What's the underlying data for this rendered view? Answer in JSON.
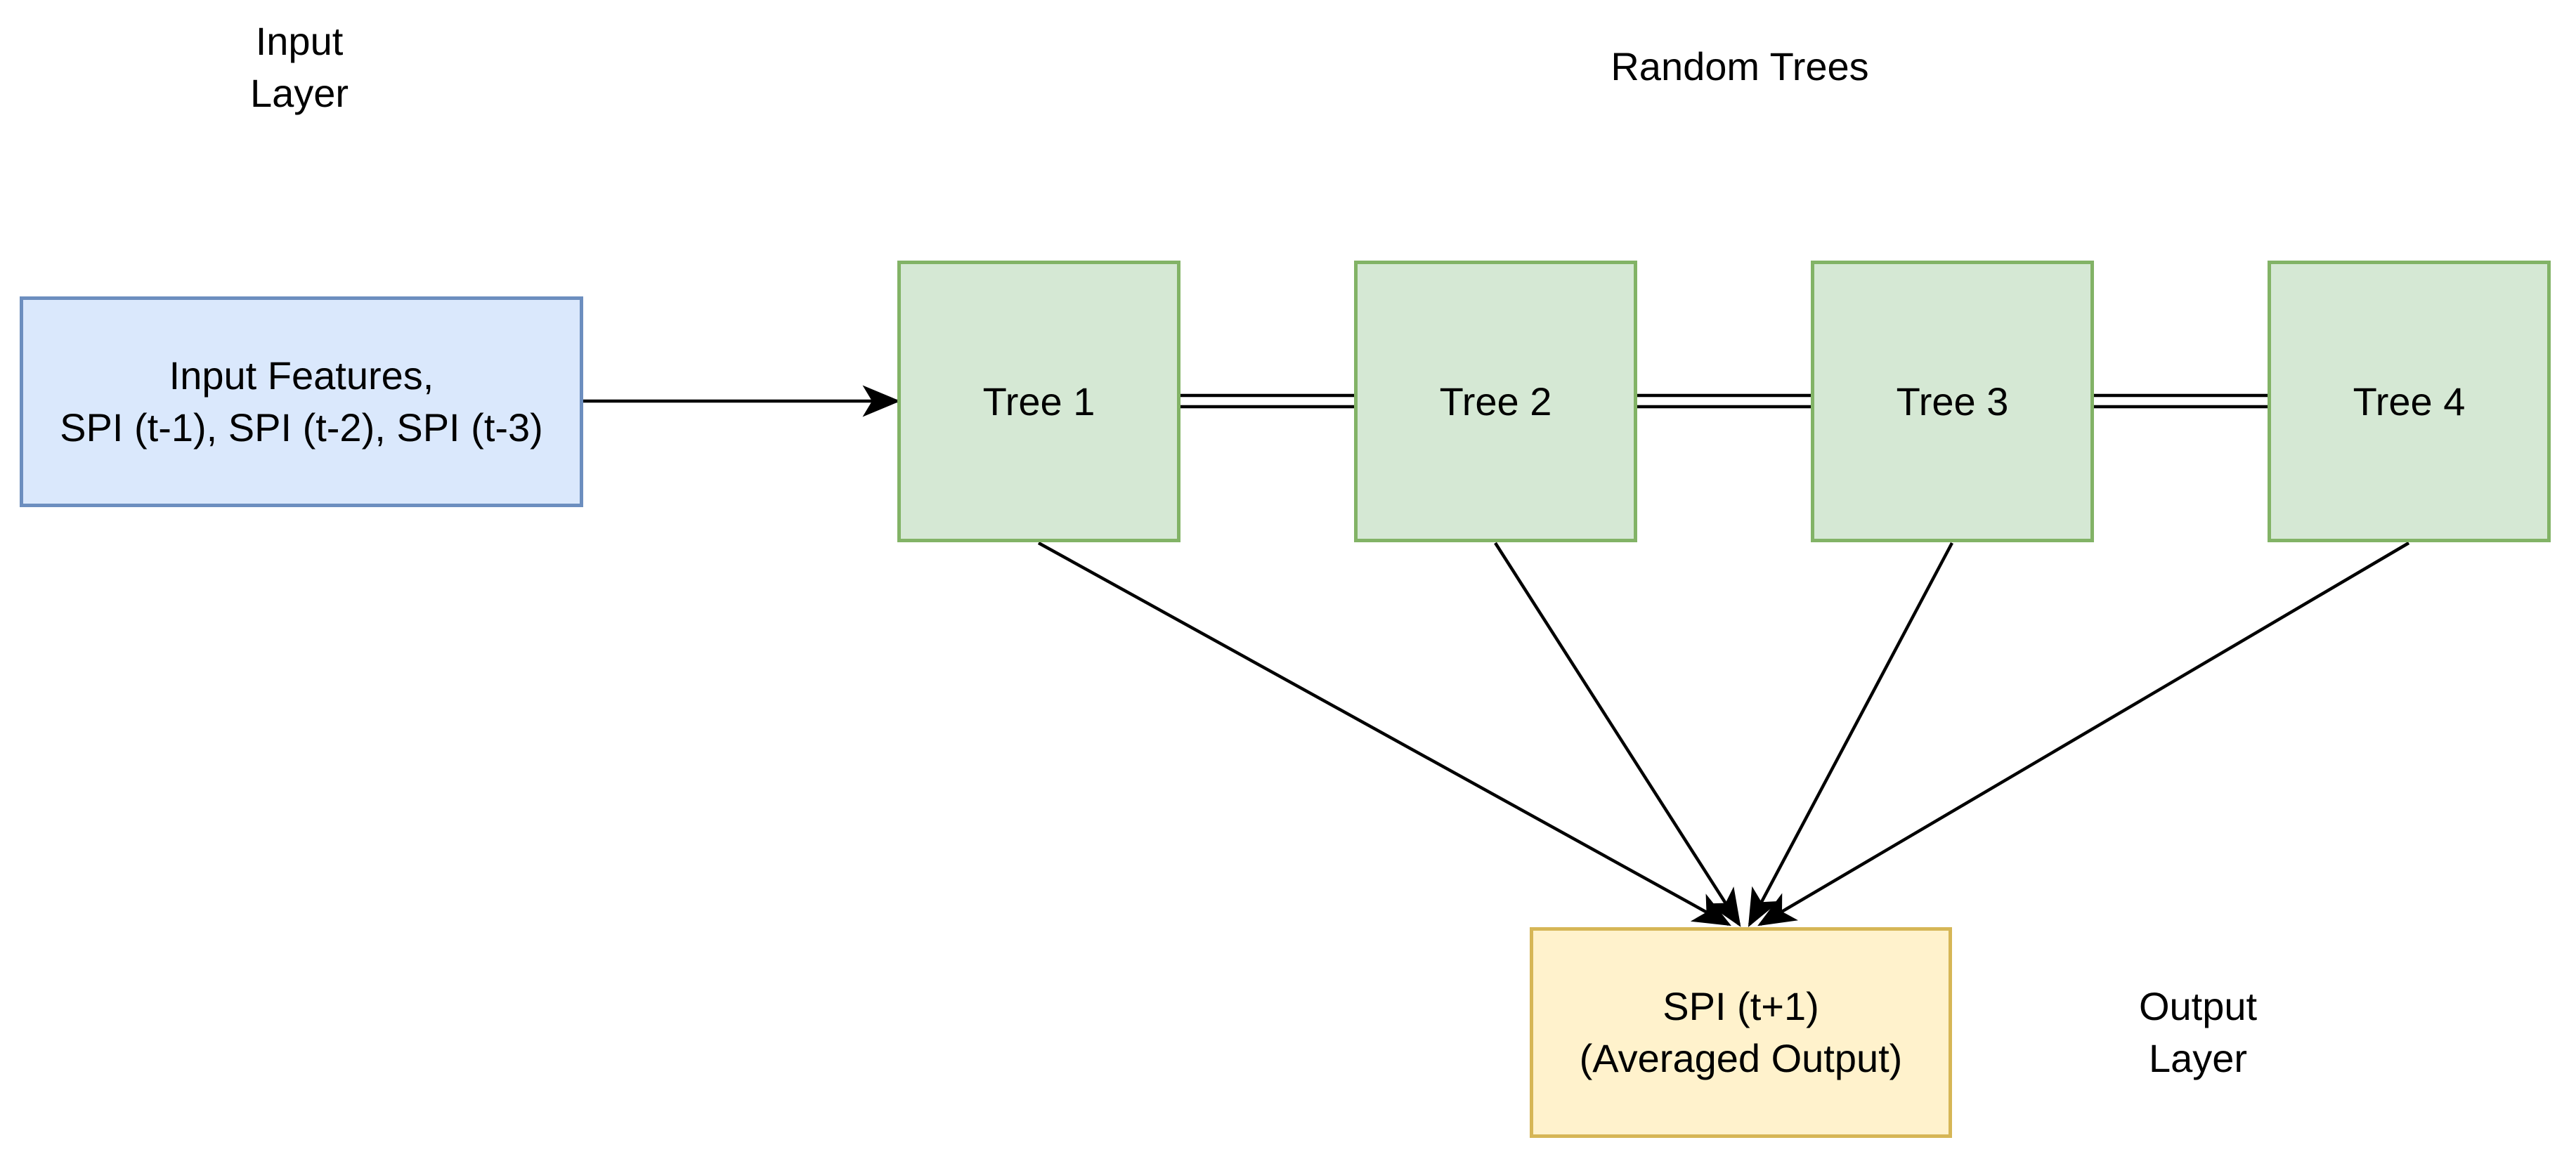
{
  "layers": {
    "input_line1": "Input",
    "input_line2": "Layer",
    "trees_title": "Random Trees",
    "output_line1": "Output",
    "output_line2": "Layer"
  },
  "input_node": {
    "line1": "Input Features,",
    "line2": "SPI (t-1), SPI (t-2), SPI (t-3)",
    "fill": "#dae8fc",
    "stroke": "#6c8ebf"
  },
  "trees": [
    {
      "label": "Tree 1"
    },
    {
      "label": "Tree 2"
    },
    {
      "label": "Tree 3"
    },
    {
      "label": "Tree 4"
    }
  ],
  "tree_colors": {
    "fill": "#d5e8d4",
    "stroke": "#82b366"
  },
  "output_node": {
    "line1": "SPI (t+1)",
    "line2": "(Averaged Output)",
    "fill": "#fff2cc",
    "stroke": "#d6b656"
  },
  "edges": [
    {
      "from": "input",
      "to": "tree-1",
      "style": "arrow"
    },
    {
      "from": "tree-1",
      "to": "tree-2",
      "style": "double-line"
    },
    {
      "from": "tree-2",
      "to": "tree-3",
      "style": "double-line"
    },
    {
      "from": "tree-3",
      "to": "tree-4",
      "style": "double-line"
    },
    {
      "from": "tree-1",
      "to": "output",
      "style": "arrow"
    },
    {
      "from": "tree-2",
      "to": "output",
      "style": "arrow"
    },
    {
      "from": "tree-3",
      "to": "output",
      "style": "arrow"
    },
    {
      "from": "tree-4",
      "to": "output",
      "style": "arrow"
    }
  ]
}
